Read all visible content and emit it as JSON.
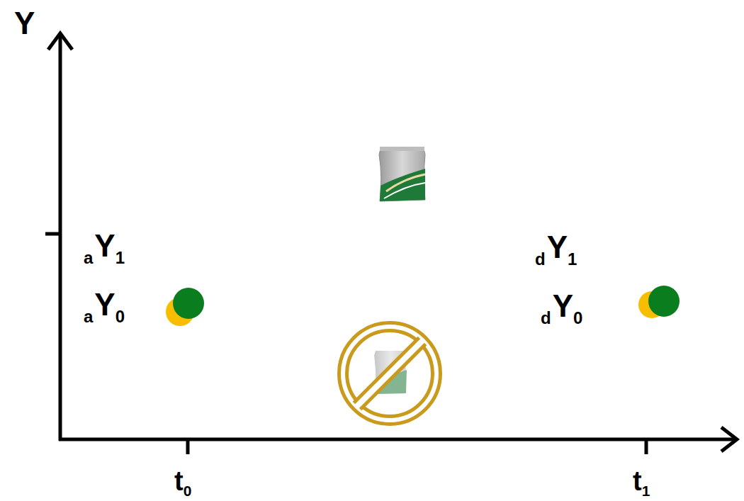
{
  "diagram": {
    "labels": [
      "Y",
      "aY1",
      "aY0",
      "dY1",
      "dY0",
      "t0",
      "t1"
    ]
  }
}
